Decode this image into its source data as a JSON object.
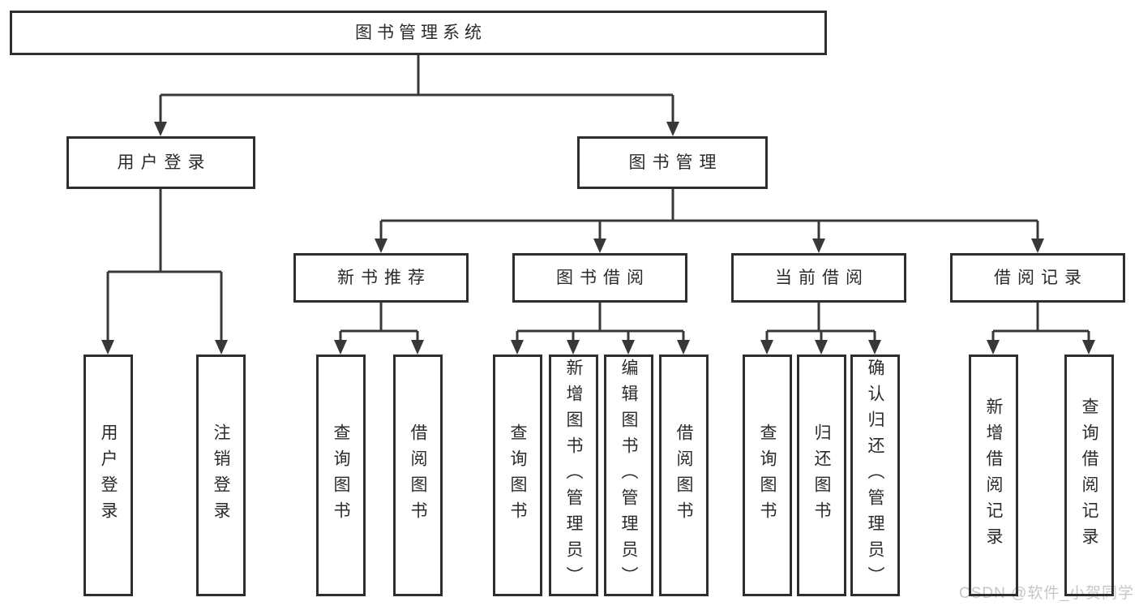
{
  "tree": {
    "root": {
      "label": "图书管理系统"
    },
    "branches": [
      {
        "label": "用户登录",
        "children": [
          "用户登录",
          "注销登录"
        ]
      },
      {
        "label": "图书管理",
        "groups": [
          {
            "label": "新书推荐",
            "children": [
              "查询图书",
              "借阅图书"
            ]
          },
          {
            "label": "图书借阅",
            "children": [
              "查询图书",
              "新增图书（管理员）",
              "编辑图书（管理员）",
              "借阅图书"
            ]
          },
          {
            "label": "当前借阅",
            "children": [
              "查询图书",
              "归还图书",
              "确认归还（管理员）"
            ]
          },
          {
            "label": "借阅记录",
            "children": [
              "新增借阅记录",
              "查询借阅记录"
            ]
          }
        ]
      }
    ]
  },
  "watermark": "CSDN @软件_小贺同学",
  "colors": {
    "line": "#383838",
    "box_border": "#2e2e2e",
    "text": "#2b2b2b",
    "watermark": "#c4c7ca",
    "background": "#ffffff"
  }
}
